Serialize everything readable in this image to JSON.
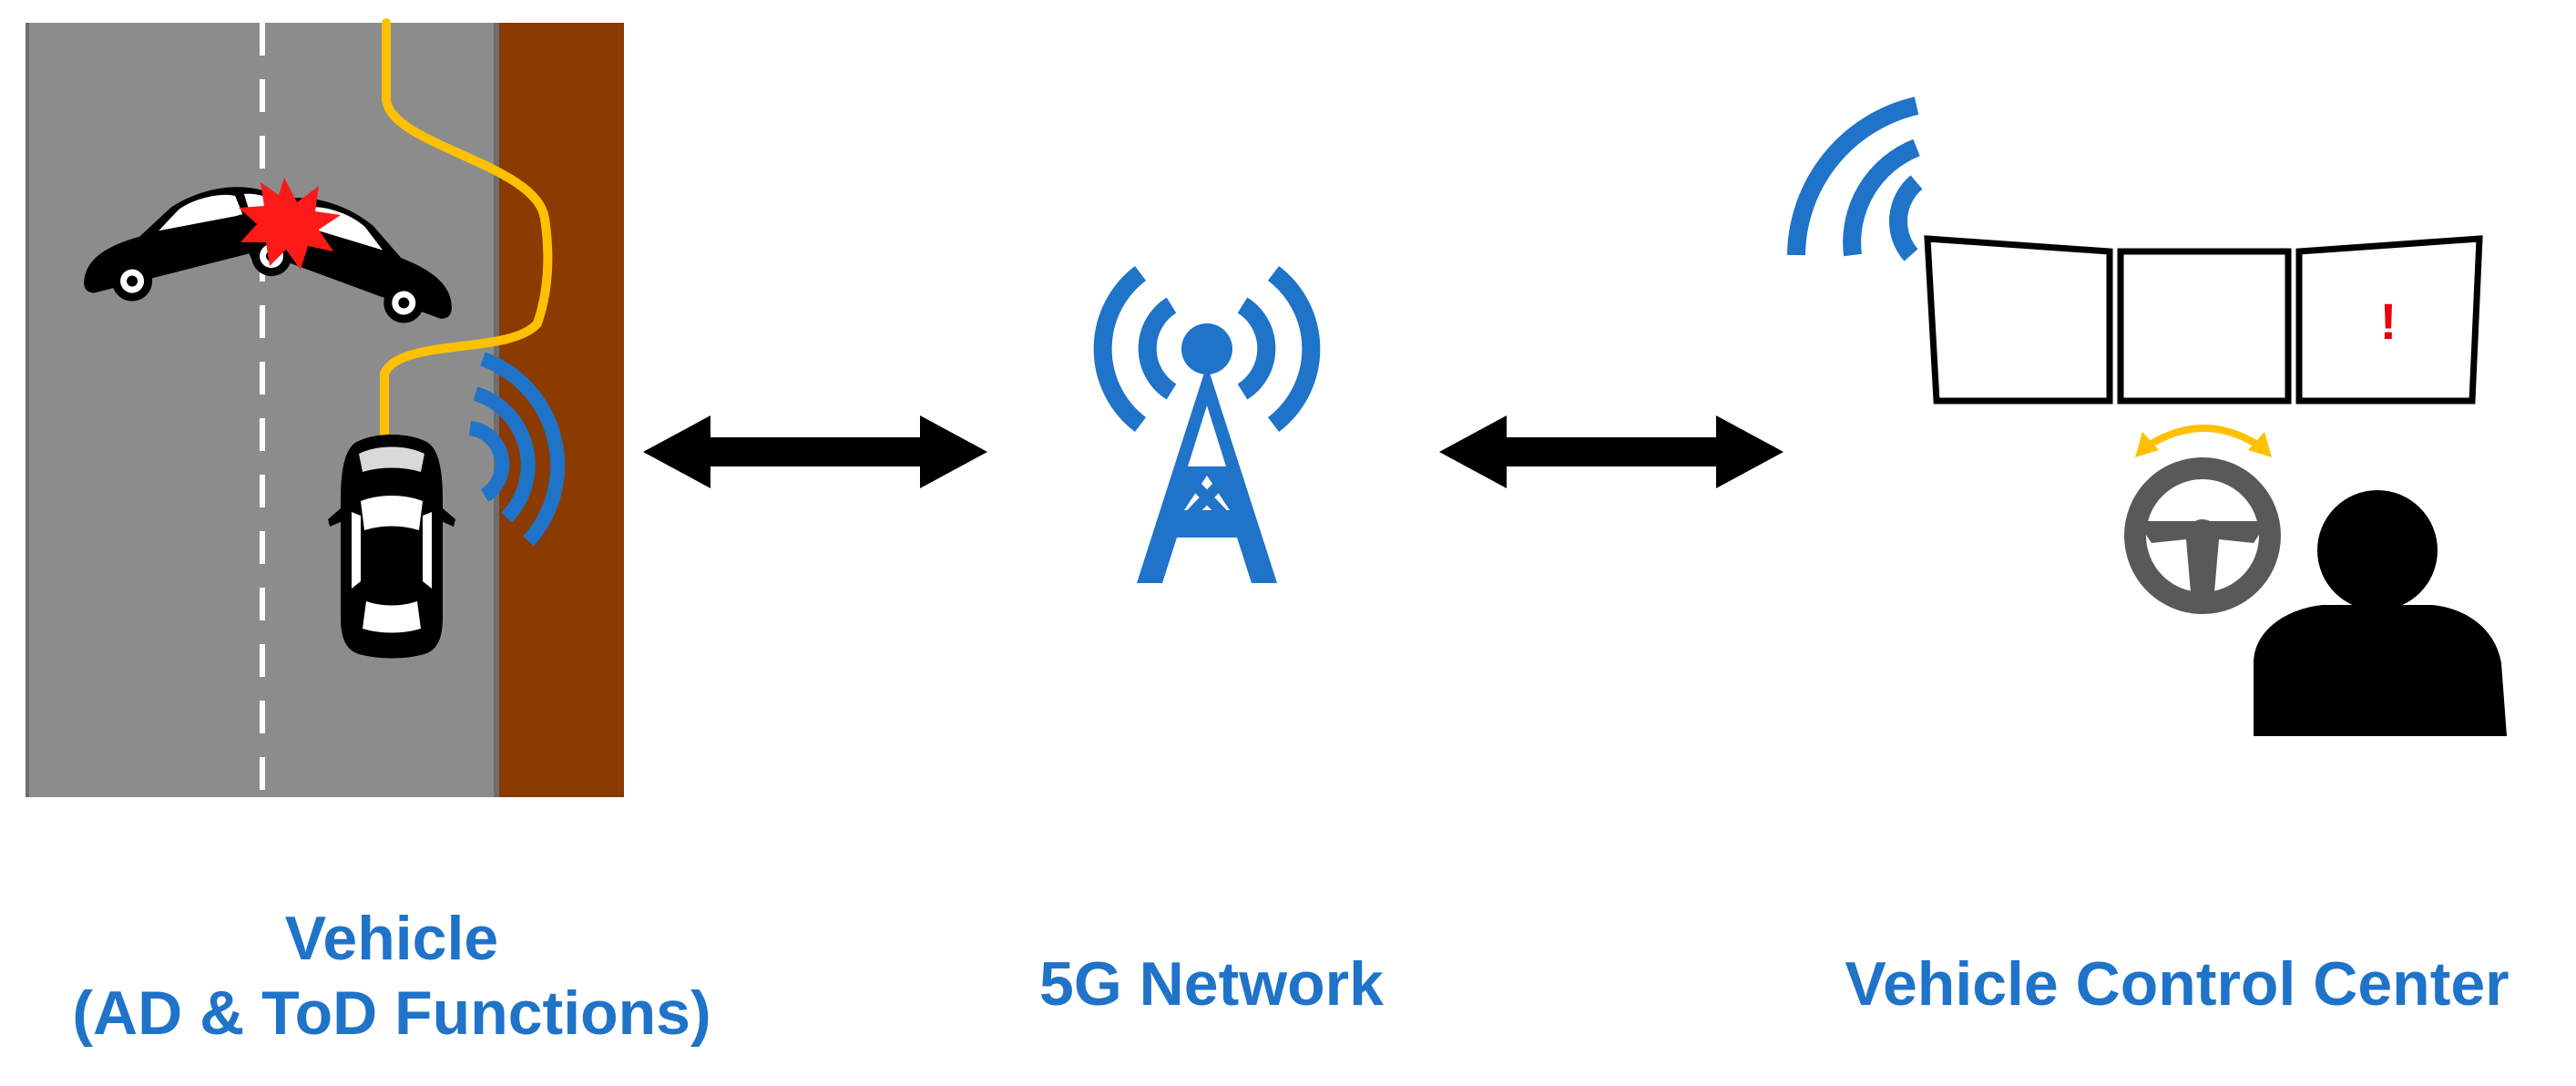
{
  "colors": {
    "accent_blue": "#1f73c8",
    "road_gray": "#8c8c8c",
    "roadside_brown": "#8b3a00",
    "path_yellow": "#ffc000",
    "collision_red": "#ff1a1a",
    "alert_red": "#e8000b",
    "black": "#000000",
    "wheel_gray": "#595959"
  },
  "captions": {
    "vehicle_line1": "Vehicle",
    "vehicle_line2": "(AD & ToD Functions)",
    "network": "5G Network",
    "control_center": "Vehicle Control Center"
  },
  "monitor_alert": "!",
  "icons": [
    "car-icon",
    "collision-icon",
    "wireless-signal-icon",
    "cell-tower-icon",
    "steering-wheel-icon",
    "operator-icon",
    "double-arrow-icon"
  ]
}
